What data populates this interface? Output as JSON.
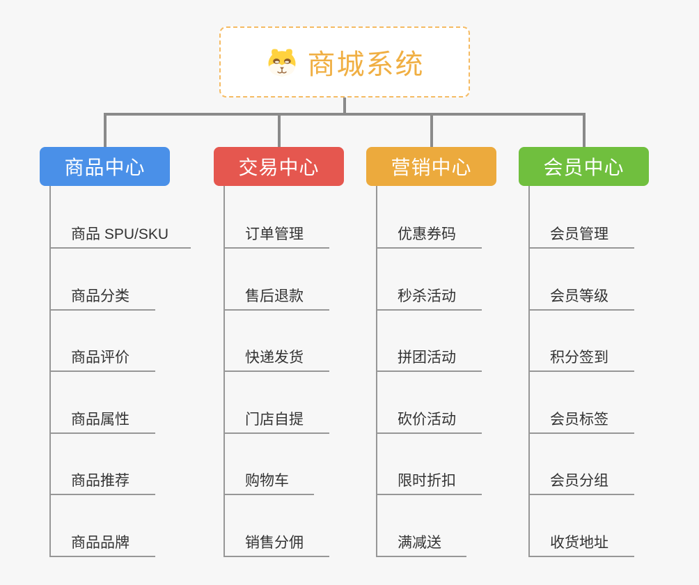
{
  "root": {
    "title": "商城系统",
    "icon": "dog-face-icon",
    "accent_color": "#f0af43",
    "border_color": "#f5bb63"
  },
  "branches": [
    {
      "label": "商品中心",
      "color": "#4a90e8",
      "items": [
        "商品 SPU/SKU",
        "商品分类",
        "商品评价",
        "商品属性",
        "商品推荐",
        "商品品牌"
      ]
    },
    {
      "label": "交易中心",
      "color": "#e5574f",
      "items": [
        "订单管理",
        "售后退款",
        "快递发货",
        "门店自提",
        "购物车",
        "销售分佣"
      ]
    },
    {
      "label": "营销中心",
      "color": "#ecaa3d",
      "items": [
        "优惠券码",
        "秒杀活动",
        "拼团活动",
        "砍价活动",
        "限时折扣",
        "满减送"
      ]
    },
    {
      "label": "会员中心",
      "color": "#70bf3e",
      "items": [
        "会员管理",
        "会员等级",
        "积分签到",
        "会员标签",
        "会员分组",
        "收货地址"
      ]
    }
  ],
  "connector_color": "#8a8a8a"
}
